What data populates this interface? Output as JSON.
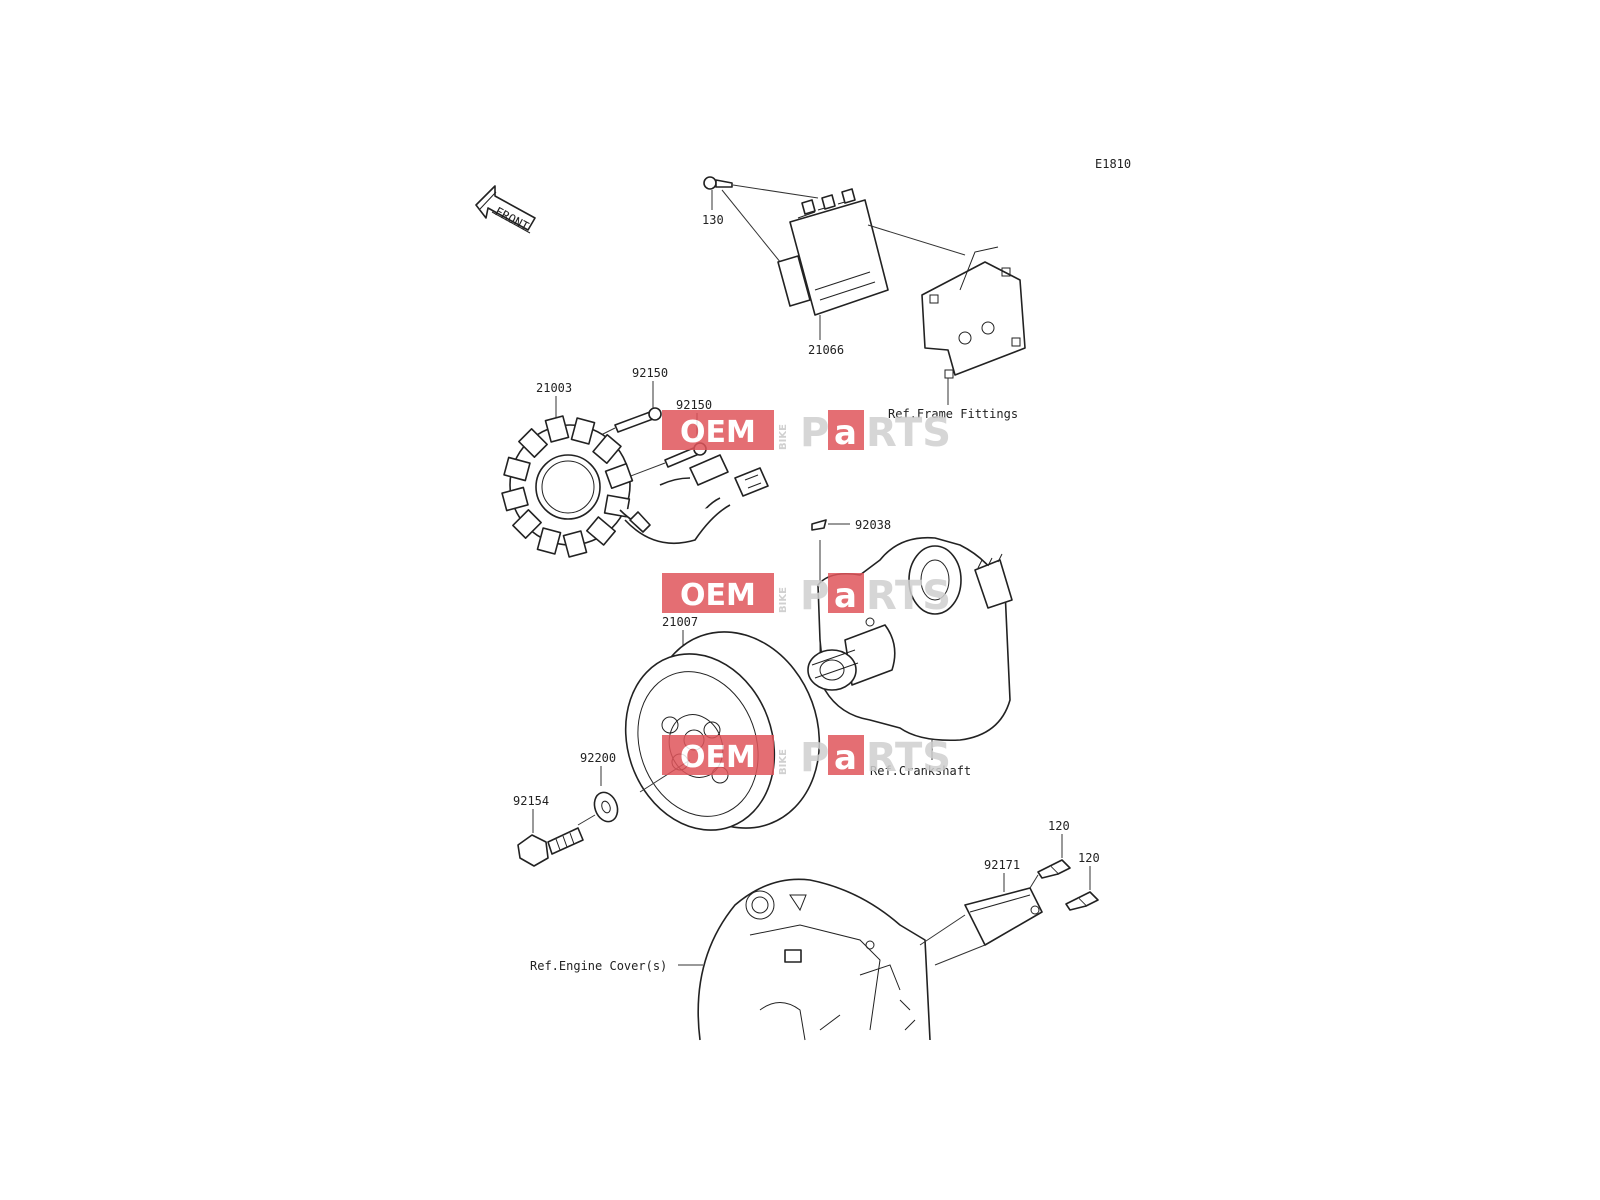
{
  "diagram": {
    "code": "E1810",
    "front_label": "FRONT",
    "watermark": {
      "part1": "OEM",
      "part2": "BIKE",
      "part3": "P",
      "part4": "a",
      "part5": "RTS"
    },
    "parts": {
      "p130": "130",
      "p21066": "21066",
      "p21003": "21003",
      "p92150a": "92150",
      "p92150b": "92150",
      "p92038": "92038",
      "p21007": "21007",
      "p92200": "92200",
      "p92154": "92154",
      "p120a": "120",
      "p120b": "120",
      "p92171": "92171"
    },
    "refs": {
      "frame": "Ref.Frame Fittings",
      "crankshaft": "Ref.Crankshaft",
      "engine_cover": "Ref.Engine Cover(s)"
    }
  }
}
